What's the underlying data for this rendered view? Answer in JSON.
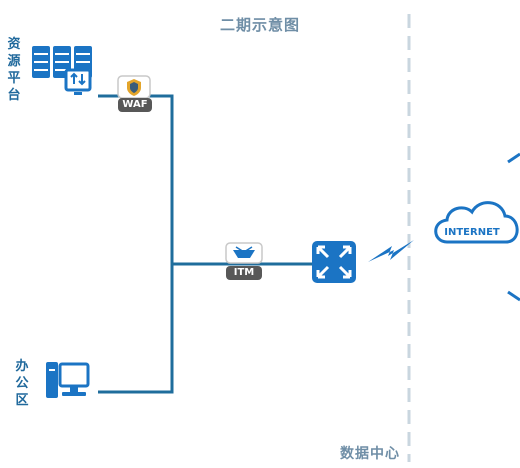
{
  "title": "二期示意图",
  "resource_platform": {
    "label": "资源平台"
  },
  "office_zone": {
    "label": "办公区"
  },
  "waf": {
    "label": "WAF"
  },
  "itm": {
    "label": "ITM"
  },
  "internet": {
    "label": "INTERNET"
  },
  "datacenter": {
    "label": "数据中心"
  },
  "colors": {
    "line": "#1f6d9c",
    "icon_blue": "#1b74c4",
    "dashed_border": "#c9d6df",
    "badge_bg": "#585858",
    "title": "#6f8ea6"
  }
}
